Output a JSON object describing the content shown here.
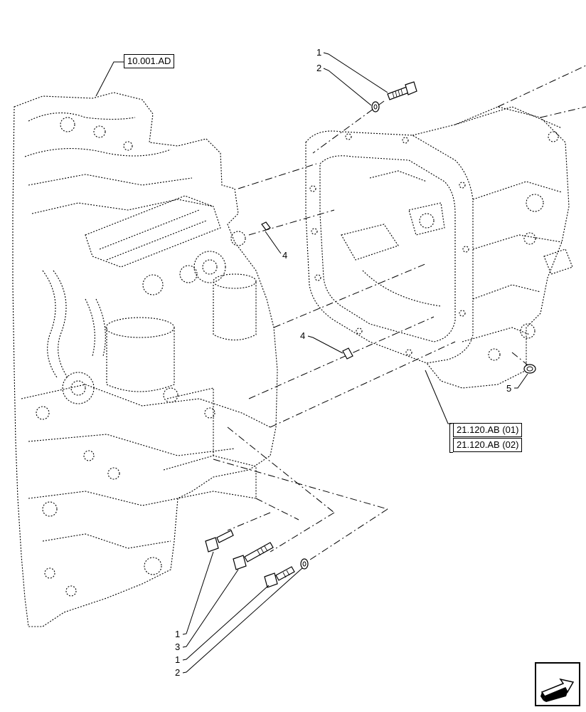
{
  "references": {
    "engine": "10.001.AD",
    "housing_1": "21.120.AB (01)",
    "housing_2": "21.120.AB (02)"
  },
  "callouts": {
    "top_bolt": "1",
    "top_washer": "2",
    "upper_pin": "4",
    "lower_pin": "4",
    "plug": "5",
    "bottom_1a": "1",
    "bottom_3": "3",
    "bottom_1b": "1",
    "bottom_2": "2"
  },
  "navigation": {
    "icon": "next-page-arrow-icon"
  }
}
